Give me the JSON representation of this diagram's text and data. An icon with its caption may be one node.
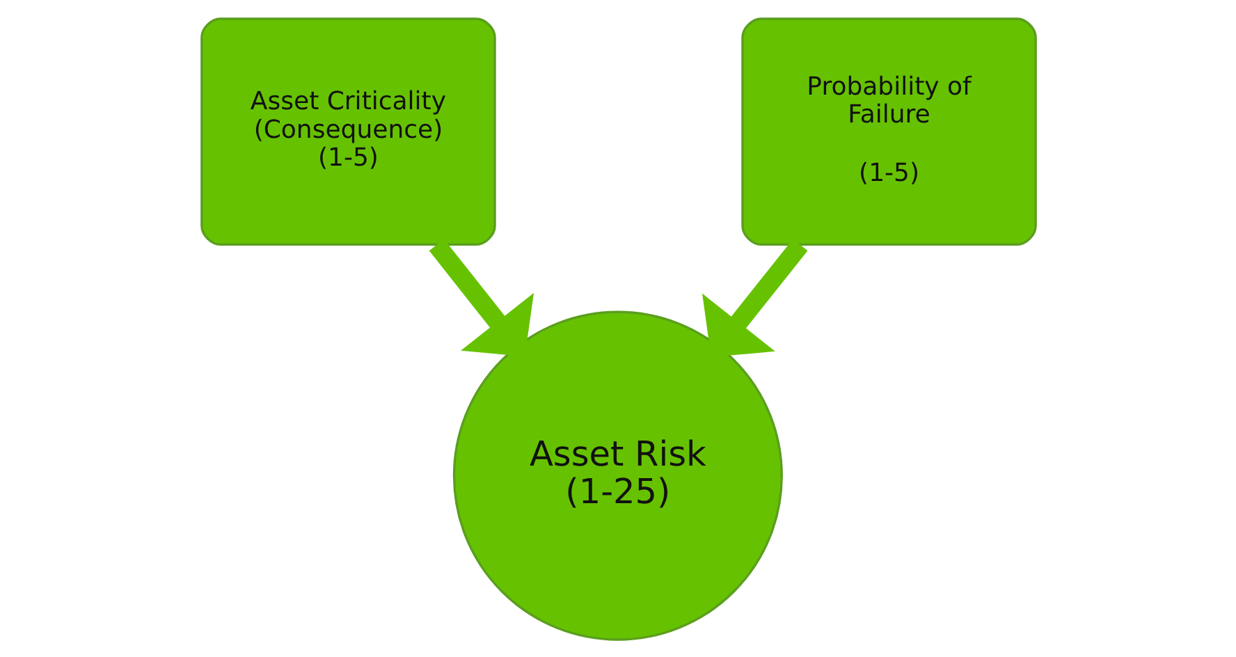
{
  "diagram": {
    "nodes": [
      {
        "text": [
          "Asset Criticality (Consequence) (1-5)"
        ]
      },
      {
        "text": [
          "Probability of Failure",
          "(1-5)"
        ]
      },
      {
        "text": [
          "Asset Risk (1-25)"
        ]
      }
    ],
    "edges": [
      {
        "from": 0,
        "to": 2,
        "arrow": "to"
      },
      {
        "from": 1,
        "to": 2,
        "arrow": "to"
      }
    ]
  }
}
